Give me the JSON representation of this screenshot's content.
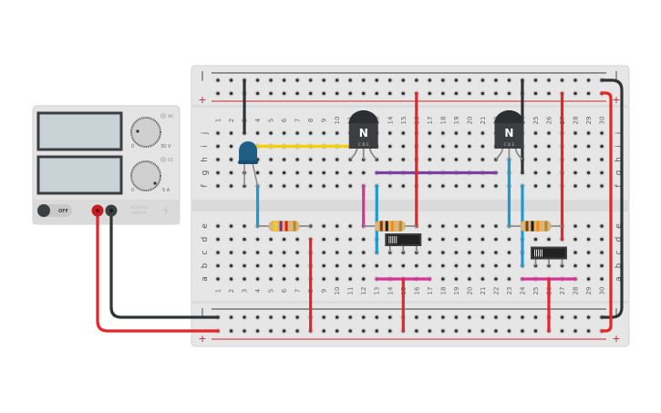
{
  "power_supply": {
    "voltage_label": "VC",
    "current_label": "CC",
    "voltage_min": "0",
    "voltage_max": "30 V",
    "current_min": "0",
    "current_max": "5 A",
    "switch_label": "OFF",
    "brand_line1": "VOLTAGE",
    "brand_line2": "SUPPLY",
    "voltage_knob_fraction": 0.0,
    "current_knob_fraction": 1.0
  },
  "breadboard": {
    "columns": 30,
    "rows_top": [
      "j",
      "i",
      "h",
      "g",
      "f"
    ],
    "rows_bottom": [
      "e",
      "d",
      "c",
      "b",
      "a"
    ],
    "rail_minus": "−",
    "rail_plus": "+"
  },
  "components": {
    "led": {
      "column": 3,
      "row": "h",
      "color": "#1f5f86"
    },
    "transistors": [
      {
        "label": "N",
        "pins": "C B E",
        "columns": [
          11,
          12,
          13
        ],
        "row": "g"
      },
      {
        "label": "N",
        "pins": "C B E",
        "columns": [
          22,
          23,
          24
        ],
        "row": "g"
      }
    ],
    "resistors": [
      {
        "from": 4,
        "to": 8,
        "row": "e",
        "bands": [
          "#f2d500",
          "#7a2a8a",
          "#e21b1b",
          "#b08a2c"
        ]
      },
      {
        "from": 12,
        "to": 16,
        "row": "e",
        "bands": [
          "#7a4010",
          "#1a1a1a",
          "#ff8a00",
          "#b08a2c"
        ]
      },
      {
        "from": 23,
        "to": 27,
        "row": "e",
        "bands": [
          "#7a4010",
          "#1a1a1a",
          "#ff8a00",
          "#b08a2c"
        ]
      }
    ],
    "switches": [
      {
        "columns": [
          14,
          15,
          16
        ],
        "row": "c"
      },
      {
        "columns": [
          25,
          26,
          27
        ],
        "row": "b"
      }
    ]
  },
  "wires": [
    {
      "color": "#2f3437",
      "from": {
        "rail": "top-minus",
        "col": 3
      },
      "to": {
        "col": 3,
        "row": "j"
      }
    },
    {
      "color": "#f5d000",
      "from": {
        "col": 3,
        "row": "i"
      },
      "to": {
        "col": 11,
        "row": "i"
      }
    },
    {
      "color": "#1a9ad6",
      "from": {
        "col": 4,
        "row": "f"
      },
      "to": {
        "col": 4,
        "row": "e"
      }
    },
    {
      "color": "#e52528",
      "from": {
        "col": 8,
        "row": "d"
      },
      "to": {
        "rail": "bottom-plus",
        "col": 8
      }
    },
    {
      "color": "#d4339a",
      "from": {
        "col": 12,
        "row": "f"
      },
      "to": {
        "col": 12,
        "row": "e"
      }
    },
    {
      "color": "#1a9ad6",
      "from": {
        "col": 13,
        "row": "f"
      },
      "to": {
        "col": 13,
        "row": "c"
      }
    },
    {
      "color": "#7e3fa0",
      "from": {
        "col": 13,
        "row": "g"
      },
      "to": {
        "col": 22,
        "row": "g"
      }
    },
    {
      "color": "#e52528",
      "from": {
        "rail": "top-plus",
        "col": 16
      },
      "to": {
        "col": 16,
        "row": "e"
      }
    },
    {
      "color": "#d4339a",
      "from": {
        "col": 13,
        "row": "a"
      },
      "to": {
        "col": 17,
        "row": "a"
      }
    },
    {
      "color": "#e52528",
      "from": {
        "col": 15,
        "row": "a"
      },
      "to": {
        "rail": "bottom-plus",
        "col": 15
      }
    },
    {
      "color": "#2f3437",
      "from": {
        "rail": "top-minus",
        "col": 24
      },
      "to": {
        "col": 24,
        "row": "g"
      }
    },
    {
      "color": "#1a9ad6",
      "from": {
        "col": 23,
        "row": "h"
      },
      "to": {
        "col": 23,
        "row": "e"
      }
    },
    {
      "color": "#1a9ad6",
      "from": {
        "col": 24,
        "row": "f"
      },
      "to": {
        "col": 24,
        "row": "b"
      }
    },
    {
      "color": "#e52528",
      "from": {
        "rail": "top-plus",
        "col": 27
      },
      "to": {
        "col": 27,
        "row": "d"
      }
    },
    {
      "color": "#d4339a",
      "from": {
        "col": 24,
        "row": "a-"
      },
      "to": {
        "col": 28,
        "row": "a-"
      }
    },
    {
      "color": "#e52528",
      "from": {
        "col": 26,
        "row": "a-"
      },
      "to": {
        "rail": "bottom-plus",
        "col": 26
      }
    }
  ],
  "colors": {
    "wire_red": "#e52528",
    "wire_black": "#2f3437",
    "board": "#e6e6e6",
    "hole": "#333333"
  }
}
